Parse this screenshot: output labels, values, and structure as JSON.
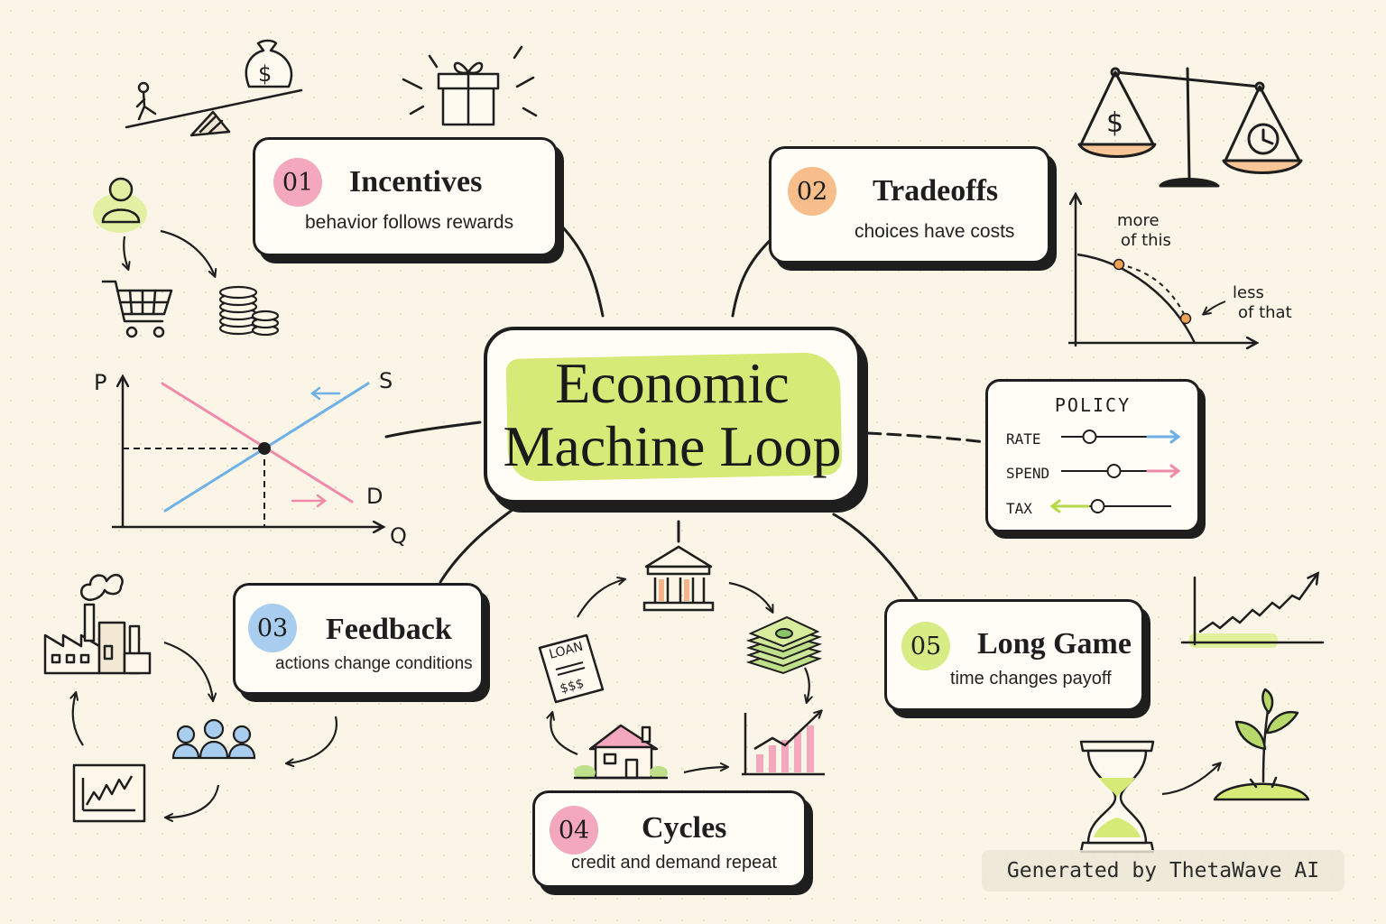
{
  "central": {
    "line1": "Economic",
    "line2": "Machine Loop"
  },
  "nodes": [
    {
      "num": "01",
      "title": "Incentives",
      "subtitle": "behavior follows rewards"
    },
    {
      "num": "02",
      "title": "Tradeoffs",
      "subtitle": "choices have costs"
    },
    {
      "num": "03",
      "title": "Feedback",
      "subtitle": "actions change conditions"
    },
    {
      "num": "04",
      "title": "Cycles",
      "subtitle": "credit and demand repeat"
    },
    {
      "num": "05",
      "title": "Long Game",
      "subtitle": "time changes payoff"
    }
  ],
  "policy": {
    "title": "POLICY",
    "sliders": [
      {
        "label": "RATE",
        "level": 0.35,
        "direction": "right"
      },
      {
        "label": "SPEND",
        "level": 0.65,
        "direction": "right"
      },
      {
        "label": "TAX",
        "level": 0.45,
        "direction": "left"
      }
    ]
  },
  "supply_demand": {
    "p": "P",
    "q": "Q",
    "s": "S",
    "d": "D"
  },
  "tradeoff_curve": {
    "more": "more",
    "more2": "of this",
    "less": "less",
    "less2": "of that"
  },
  "icons": {
    "money_bag": "$",
    "scale_left": "$",
    "loan_title": "LOAN",
    "loan_amount": "$$$"
  },
  "colors": {
    "pink": "#f4a8bd",
    "orange": "#f7bd8a",
    "blue": "#a9cdee",
    "green": "#d8ec86",
    "highlight": "#d5ea77",
    "line_pink": "#f08aab",
    "line_blue": "#6fb0e6",
    "ink": "#1e1e1e"
  },
  "footer": "Generated by ThetaWave AI"
}
